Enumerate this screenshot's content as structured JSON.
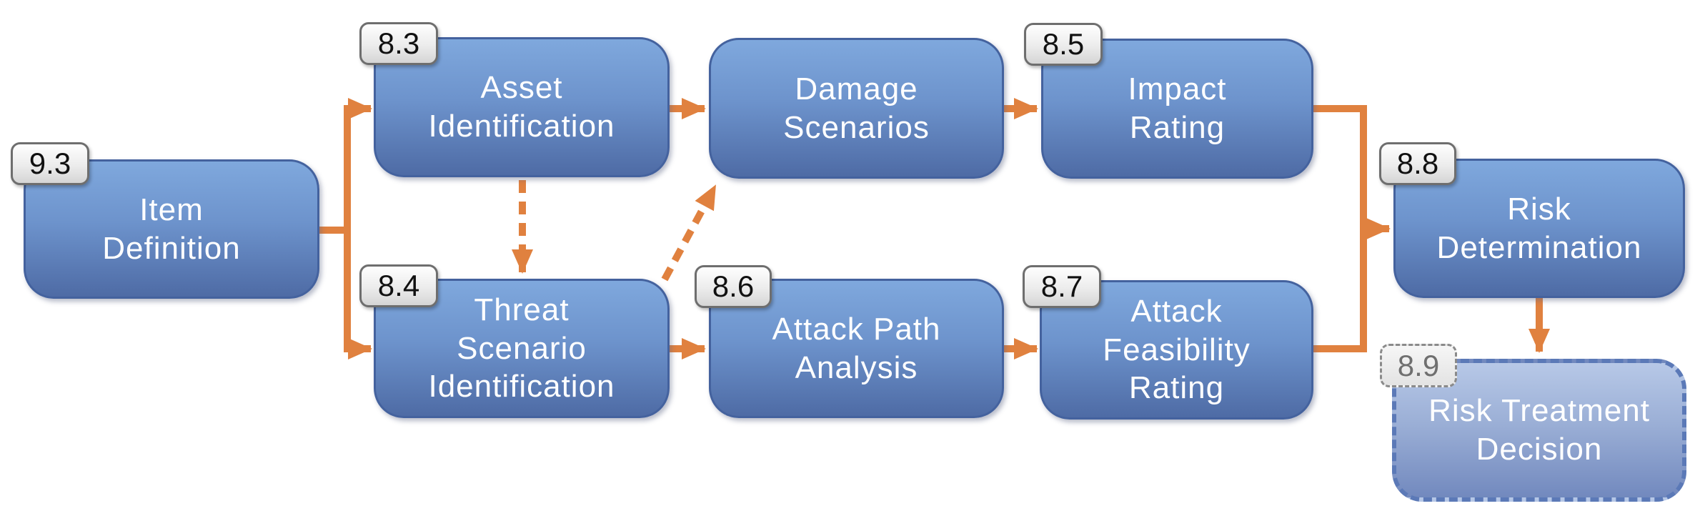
{
  "diagram": {
    "type": "flowchart",
    "colors": {
      "background": "#FFFFFF",
      "connector_orange": "#E0813F",
      "node_fill_top": "#7FA8DD",
      "node_fill_bottom": "#4E6BA5",
      "node_border": "#44629E",
      "pending_node_fill_top": "#B7C8E7",
      "pending_node_fill_bottom": "#7289BE",
      "pending_node_border": "#5B79B7",
      "tag_fill_top": "#FEFEFE",
      "tag_fill_bottom": "#D5D5D5",
      "tag_border": "#6E6E6E",
      "tag_text": "#111111",
      "pending_tag_text": "#6F6F6F",
      "node_text": "#FFFFFF"
    },
    "nodes": {
      "item_definition": {
        "tag": "9.3",
        "label": "Item\nDefinition",
        "style": "solid"
      },
      "asset_identification": {
        "tag": "8.3",
        "label": "Asset\nIdentification",
        "style": "solid"
      },
      "damage_scenarios": {
        "tag": "",
        "label": "Damage\nScenarios",
        "style": "solid"
      },
      "impact_rating": {
        "tag": "8.5",
        "label": "Impact\nRating",
        "style": "solid"
      },
      "threat_scenario_identification": {
        "tag": "8.4",
        "label": "Threat\nScenario\nIdentification",
        "style": "solid"
      },
      "attack_path_analysis": {
        "tag": "8.6",
        "label": "Attack Path\nAnalysis",
        "style": "solid"
      },
      "attack_feasibility_rating": {
        "tag": "8.7",
        "label": "Attack\nFeasibility\nRating",
        "style": "solid"
      },
      "risk_determination": {
        "tag": "8.8",
        "label": "Risk\nDetermination",
        "style": "solid"
      },
      "risk_treatment_decision": {
        "tag": "8.9",
        "label": "Risk Treatment\nDecision",
        "style": "dashed"
      }
    },
    "edges": [
      {
        "from": "item_definition",
        "to": "asset_identification",
        "style": "solid"
      },
      {
        "from": "item_definition",
        "to": "threat_scenario_identification",
        "style": "solid"
      },
      {
        "from": "asset_identification",
        "to": "damage_scenarios",
        "style": "solid"
      },
      {
        "from": "damage_scenarios",
        "to": "impact_rating",
        "style": "solid"
      },
      {
        "from": "impact_rating",
        "to": "risk_determination",
        "style": "solid"
      },
      {
        "from": "threat_scenario_identification",
        "to": "attack_path_analysis",
        "style": "solid"
      },
      {
        "from": "attack_path_analysis",
        "to": "attack_feasibility_rating",
        "style": "solid"
      },
      {
        "from": "attack_feasibility_rating",
        "to": "risk_determination",
        "style": "solid"
      },
      {
        "from": "risk_determination",
        "to": "risk_treatment_decision",
        "style": "solid"
      },
      {
        "from": "asset_identification",
        "to": "threat_scenario_identification",
        "style": "dashed"
      },
      {
        "from": "threat_scenario_identification",
        "to": "damage_scenarios",
        "style": "dashed"
      }
    ]
  }
}
